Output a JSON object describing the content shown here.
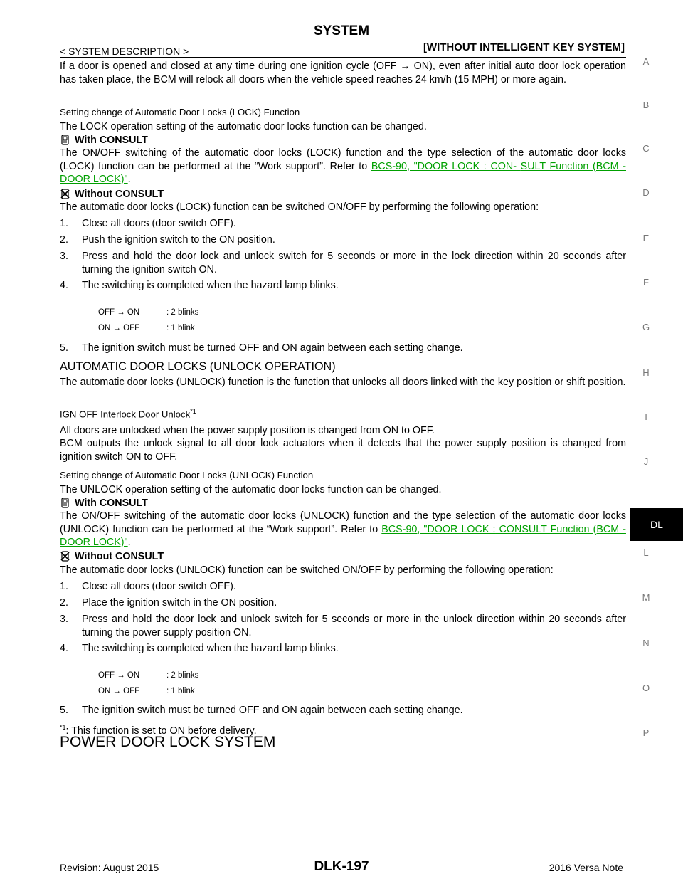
{
  "header": {
    "title": "SYSTEM",
    "breadcrumb": "< SYSTEM DESCRIPTION >",
    "context": "[WITHOUT INTELLIGENT KEY SYSTEM]"
  },
  "intro_paragraph": "If a door is opened and closed at any time during one ignition cycle (OFF → ON), even after initial auto door lock operation has taken place, the BCM will relock all doors when the vehicle speed reaches 24 km/h (15 MPH) or more again.",
  "lock_setting": {
    "heading": "Setting change of Automatic Door Locks (LOCK) Function",
    "desc": "The LOCK operation setting of the automatic door locks function can be changed.",
    "with_consult_label": "With CONSULT",
    "with_consult_text": "The ON/OFF switching of the automatic door locks (LOCK) function and the type selection of the automatic door locks (LOCK) function can be performed at the “Work support”. Refer to",
    "link_line1": "BCS-90, \"DOOR LOCK : CON-",
    "link_line2": "SULT Function (BCM - DOOR LOCK)\"",
    "without_consult_label": "Without CONSULT",
    "without_consult_text": "The automatic door locks (LOCK) function can be switched ON/OFF by performing the following operation:",
    "steps": [
      {
        "num": "1.",
        "text": "Close all doors (door switch OFF)."
      },
      {
        "num": "2.",
        "text": "Push the ignition switch to the ON position."
      },
      {
        "num": "3.",
        "text": "Press and hold the door lock and unlock switch for 5 seconds or more in the lock direction within 20 seconds after turning the ignition switch ON."
      },
      {
        "num": "4.",
        "text": "The switching is completed when the hazard lamp blinks."
      },
      {
        "num": "5.",
        "text": "The ignition switch must be turned OFF and ON again between each setting change."
      }
    ],
    "table": [
      {
        "key": "OFF → ON",
        "value": ": 2 blinks"
      },
      {
        "key": "ON → OFF",
        "value": ": 1 blink"
      }
    ]
  },
  "unlock_section": {
    "heading": "AUTOMATIC DOOR LOCKS (UNLOCK OPERATION)",
    "desc": "The automatic door locks (UNLOCK) function is the function that unlocks all doors linked with the key position or shift position.",
    "ign_heading": "IGN OFF Interlock Door Unlock",
    "ign_sup": "*1",
    "ign_text1": "All doors are unlocked when the power supply position is changed from ON to OFF.",
    "ign_text2": "BCM outputs the unlock signal to all door lock actuators when it detects that the power supply position is changed from ignition switch ON to OFF."
  },
  "unlock_setting": {
    "heading": "Setting change of Automatic Door Locks (UNLOCK) Function",
    "desc": "The UNLOCK operation setting of the automatic door locks function can be changed.",
    "with_consult_label": "With CONSULT",
    "with_consult_text": "The ON/OFF switching of the automatic door locks (UNLOCK) function and the type selection of the automatic door locks (UNLOCK) function can be performed at the “Work support”. Refer to",
    "link_line1": "BCS-90, \"DOOR LOCK :",
    "link_line2": "CONSULT Function (BCM - DOOR LOCK)\"",
    "without_consult_label": "Without CONSULT",
    "without_consult_text": "The automatic door locks (UNLOCK) function can be switched ON/OFF by performing the following operation:",
    "steps": [
      {
        "num": "1.",
        "text": "Close all doors (door switch OFF)."
      },
      {
        "num": "2.",
        "text": "Place the ignition switch in the ON position."
      },
      {
        "num": "3.",
        "text": "Press and hold the door lock and unlock switch for 5 seconds or more in the unlock direction within 20 seconds after turning the power supply position ON."
      },
      {
        "num": "4.",
        "text": "The switching is completed when the hazard lamp blinks."
      },
      {
        "num": "5.",
        "text": "The ignition switch must be turned OFF and ON again between each setting change."
      }
    ],
    "table": [
      {
        "key": "OFF → ON",
        "value": ": 2 blinks"
      },
      {
        "key": "ON → OFF",
        "value": ": 1 blink"
      }
    ]
  },
  "footnote_sup": "*1",
  "footnote_text": ": This function is set to ON before delivery.",
  "power_heading": "POWER DOOR LOCK SYSTEM",
  "margin_letters": [
    "A",
    "B",
    "C",
    "D",
    "E",
    "F",
    "G",
    "H",
    "I",
    "J",
    "DL",
    "L",
    "M",
    "N",
    "O",
    "P"
  ],
  "footer": {
    "revision": "Revision: August 2015",
    "page_code": "DLK-197",
    "model": "2016 Versa Note"
  },
  "icons": {
    "with_consult": "consult-device-icon",
    "without_consult": "no-consult-icon"
  }
}
